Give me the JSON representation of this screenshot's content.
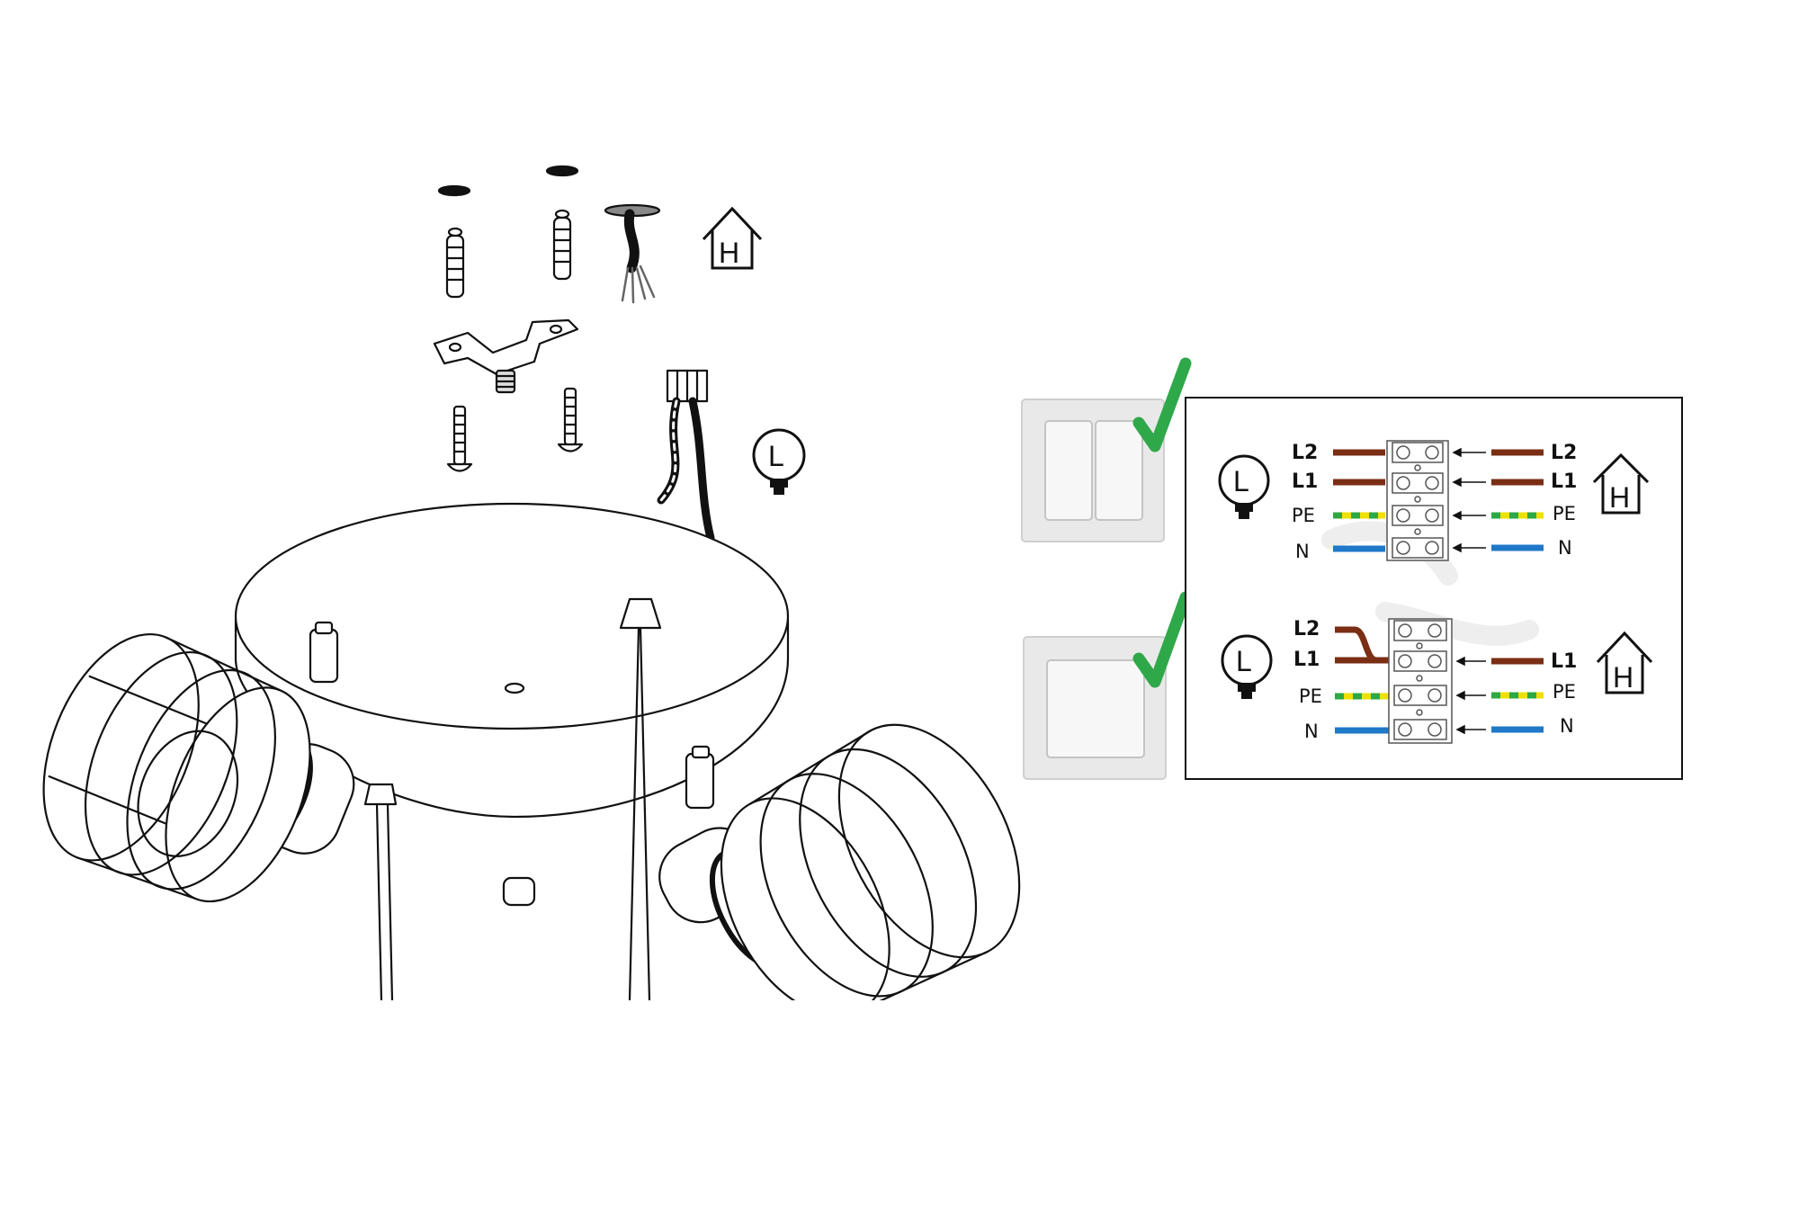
{
  "symbols": {
    "house": "H",
    "lamp": "L"
  },
  "wiring": {
    "double_switch": {
      "left": [
        "L2",
        "L1",
        "PE",
        "N"
      ],
      "right": [
        "L2",
        "L1",
        "PE",
        "N"
      ]
    },
    "single_switch": {
      "left": [
        "L2",
        "L1",
        "PE",
        "N"
      ],
      "right": [
        "L1",
        "PE",
        "N"
      ]
    }
  },
  "colors": {
    "brown": "#7a2e14",
    "blue": "#1f78c8",
    "yellow": "#f0e000",
    "green": "#2ea843",
    "check": "#2fa84a"
  }
}
